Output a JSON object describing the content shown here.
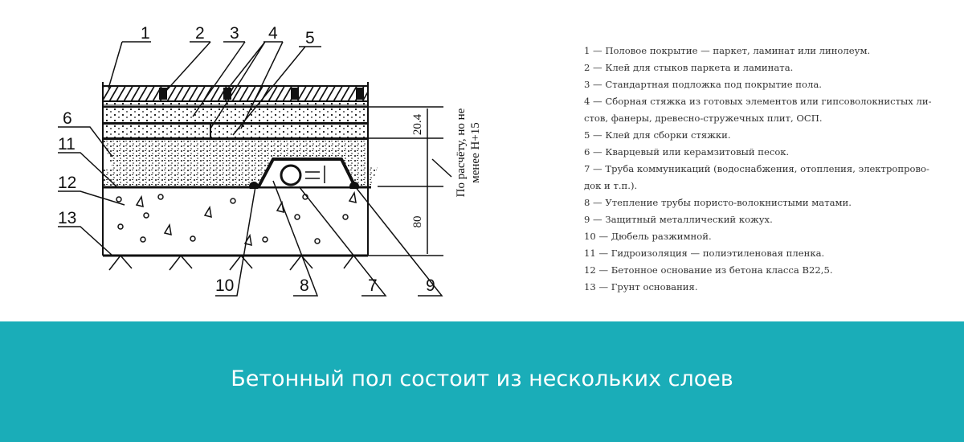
{
  "diagram": {
    "callouts": [
      "1",
      "2",
      "3",
      "4",
      "5",
      "6",
      "7",
      "8",
      "9",
      "10",
      "11",
      "12",
      "13"
    ],
    "dimensions": {
      "top": "20.4",
      "bottom": "80"
    },
    "note_line1": "По расчёту, но не",
    "note_line2": "менее Н+15"
  },
  "legend": [
    "1 — Половое покрытие — паркет, ламинат или линолеум.",
    "2 — Клей для стыков паркета и ламината.",
    "3 — Стандартная подложка под покрытие пола.",
    "4 — Сборная стяжка из готовых элементов или гипсоволокнистых ли-",
    "стов, фанеры, древесно-стружечных плит, ОСП.",
    "5 — Клей для сборки стяжки.",
    "6 — Кварцевый  или керамзитовый песок.",
    "7 — Труба коммуникаций (водоснабжения, отопления, электропрово-",
    "док и т.п.).",
    "8 — Утепление трубы пористо-волокнистыми матами.",
    "9 — Защитный металлический кожух.",
    "10 — Дюбель разжимной.",
    "11 — Гидроизоляция — полиэтиленовая пленка.",
    "12 — Бетонное основание из бетона класса В22,5.",
    "13 — Грунт основания."
  ],
  "banner": {
    "title": "Бетонный пол состоит из нескольких слоев",
    "color": "#1aadb8"
  }
}
